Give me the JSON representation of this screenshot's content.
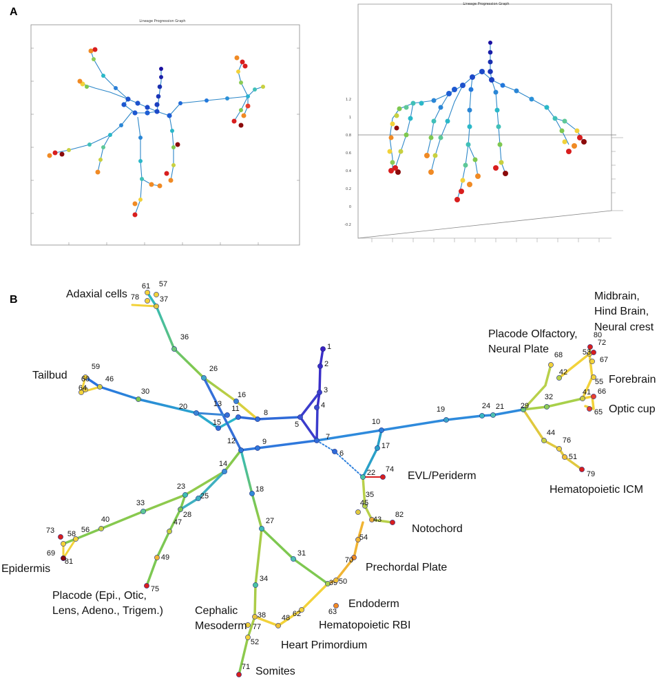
{
  "panels": {
    "a_letter": "A",
    "b_letter": "B",
    "graph_title": "Lineage Progression Graph"
  },
  "a3d_ticks": [
    "1.2",
    "1",
    "0.8",
    "0.6",
    "0.4",
    "0.2",
    "0",
    "-0.2"
  ],
  "colors": {
    "early": "#1a0fb0",
    "mid_blue": "#2a6fe0",
    "teal": "#2ab8c8",
    "green": "#7ec850",
    "yellow": "#f2d23a",
    "orange": "#f08a24",
    "red": "#d81e1e",
    "dark_red": "#8b0a0a"
  },
  "regions": [
    "Adaxial cells",
    "Tailbud",
    "Epidermis",
    "Placode (Epi., Otic,",
    "Lens, Adeno., Trigem.)",
    "Cephalic",
    "Mesoderm",
    "Somites",
    "Heart Primordium",
    "Hematopoietic RBI",
    "Endoderm",
    "Prechordal Plate",
    "Notochord",
    "EVL/Periderm",
    "Hematopoietic ICM",
    "Optic cup",
    "Forebrain",
    "Placode Olfactory,",
    "Neural Plate",
    "Midbrain,",
    "Hind Brain,",
    "Neural crest"
  ],
  "nodes_b": [
    {
      "id": "1",
      "c": "#3a1fc0"
    },
    {
      "id": "2",
      "c": "#3a2bc8"
    },
    {
      "id": "3",
      "c": "#3b3ccc"
    },
    {
      "id": "4",
      "c": "#3b4bd0"
    },
    {
      "id": "5",
      "c": "#3d55d6"
    },
    {
      "id": "6",
      "c": "#2f6ad8"
    },
    {
      "id": "7",
      "c": "#2f6ad8"
    },
    {
      "id": "8",
      "c": "#3070dc"
    },
    {
      "id": "9",
      "c": "#2e76dc"
    },
    {
      "id": "10",
      "c": "#2e7fdc"
    },
    {
      "id": "11",
      "c": "#3070dc"
    },
    {
      "id": "12",
      "c": "#2f78dc"
    },
    {
      "id": "13",
      "c": "#3570d8"
    },
    {
      "id": "14",
      "c": "#3a8fd6"
    },
    {
      "id": "15",
      "c": "#3070dc"
    },
    {
      "id": "16",
      "c": "#3a86d6"
    },
    {
      "id": "17",
      "c": "#2aa0c8"
    },
    {
      "id": "18",
      "c": "#2f8ad8"
    },
    {
      "id": "19",
      "c": "#3aa4c8"
    },
    {
      "id": "20",
      "c": "#3a86d6"
    },
    {
      "id": "21",
      "c": "#4fc0b0"
    },
    {
      "id": "22",
      "c": "#4ac4a4"
    },
    {
      "id": "23",
      "c": "#3fbfb0"
    },
    {
      "id": "24",
      "c": "#3ab8c0"
    },
    {
      "id": "25",
      "c": "#3fb0c0"
    },
    {
      "id": "26",
      "c": "#3fa8c8"
    },
    {
      "id": "27",
      "c": "#3fbcb8"
    },
    {
      "id": "28",
      "c": "#7ec850"
    },
    {
      "id": "29",
      "c": "#6cc878"
    },
    {
      "id": "30",
      "c": "#7ec850"
    },
    {
      "id": "31",
      "c": "#4fc0b0"
    },
    {
      "id": "32",
      "c": "#8ccc56"
    },
    {
      "id": "33",
      "c": "#5ec898"
    },
    {
      "id": "34",
      "c": "#4ac4a4"
    },
    {
      "id": "35",
      "c": "#b8d04a"
    },
    {
      "id": "36",
      "c": "#6cc878"
    },
    {
      "id": "37",
      "c": "#e0c83e"
    },
    {
      "id": "38",
      "c": "#e8c23a"
    },
    {
      "id": "39",
      "c": "#a8d04a"
    },
    {
      "id": "40",
      "c": "#c8d040"
    },
    {
      "id": "41",
      "c": "#d0cc40"
    },
    {
      "id": "42",
      "c": "#b8d04a"
    },
    {
      "id": "43",
      "c": "#e6a838"
    },
    {
      "id": "44",
      "c": "#c8d040"
    },
    {
      "id": "45",
      "c": "#e0c83e"
    },
    {
      "id": "46",
      "c": "#d4cc3e"
    },
    {
      "id": "47",
      "c": "#c8d040"
    },
    {
      "id": "48",
      "c": "#f0c034"
    },
    {
      "id": "49",
      "c": "#f0b434"
    },
    {
      "id": "50",
      "c": "#f0c034"
    },
    {
      "id": "51",
      "c": "#f0c034"
    },
    {
      "id": "52",
      "c": "#f2d23a"
    },
    {
      "id": "53",
      "c": "#f2d23a"
    },
    {
      "id": "54",
      "c": "#f0b434"
    },
    {
      "id": "55",
      "c": "#f2d23a"
    },
    {
      "id": "56",
      "c": "#f2d23a"
    },
    {
      "id": "57",
      "c": "#f2d23a"
    },
    {
      "id": "58",
      "c": "#f2d23a"
    },
    {
      "id": "59",
      "c": "#f2d23a"
    },
    {
      "id": "60",
      "c": "#f2d23a"
    },
    {
      "id": "61",
      "c": "#f2d23a"
    },
    {
      "id": "62",
      "c": "#f2d23a"
    },
    {
      "id": "63",
      "c": "#f08a24"
    },
    {
      "id": "64",
      "c": "#f2d23a"
    },
    {
      "id": "65",
      "c": "#e84030"
    },
    {
      "id": "66",
      "c": "#e84030"
    },
    {
      "id": "67",
      "c": "#f2d23a"
    },
    {
      "id": "68",
      "c": "#f2d23a"
    },
    {
      "id": "69",
      "c": "#e84030"
    },
    {
      "id": "70",
      "c": "#f08a24"
    },
    {
      "id": "71",
      "c": "#d81e1e"
    },
    {
      "id": "72",
      "c": "#d81e1e"
    },
    {
      "id": "73",
      "c": "#d81e1e"
    },
    {
      "id": "74",
      "c": "#d81e1e"
    },
    {
      "id": "75",
      "c": "#d81e1e"
    },
    {
      "id": "76",
      "c": "#f2d23a"
    },
    {
      "id": "77",
      "c": "#f2d23a"
    },
    {
      "id": "78",
      "c": "#f2d23a"
    },
    {
      "id": "79",
      "c": "#d81e1e"
    },
    {
      "id": "80",
      "c": "#d81e1e"
    },
    {
      "id": "81",
      "c": "#8b0a0a"
    },
    {
      "id": "82",
      "c": "#d81e1e"
    }
  ]
}
